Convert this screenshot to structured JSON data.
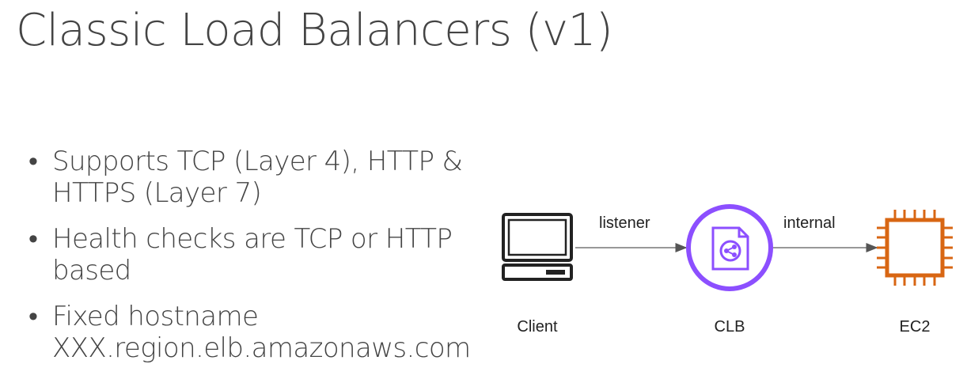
{
  "slide": {
    "title": "Classic Load Balancers (v1)",
    "bullets": [
      "Supports TCP (Layer 4), HTTP & HTTPS (Layer 7)",
      "Health checks are TCP or HTTP based",
      "Fixed hostname XXX.region.elb.amazonaws.com"
    ],
    "bullet_glyph": "•"
  },
  "diagram": {
    "nodes": {
      "client": {
        "label": "Client",
        "icon": "client-laptop-icon"
      },
      "clb": {
        "label": "CLB",
        "icon": "classic-load-balancer-icon",
        "color": "#8C4FFF"
      },
      "ec2": {
        "label": "EC2",
        "icon": "ec2-instance-chip-icon",
        "color": "#D86613"
      }
    },
    "edges": {
      "client_to_clb": {
        "label": "listener"
      },
      "clb_to_ec2": {
        "label": "internal"
      }
    }
  }
}
